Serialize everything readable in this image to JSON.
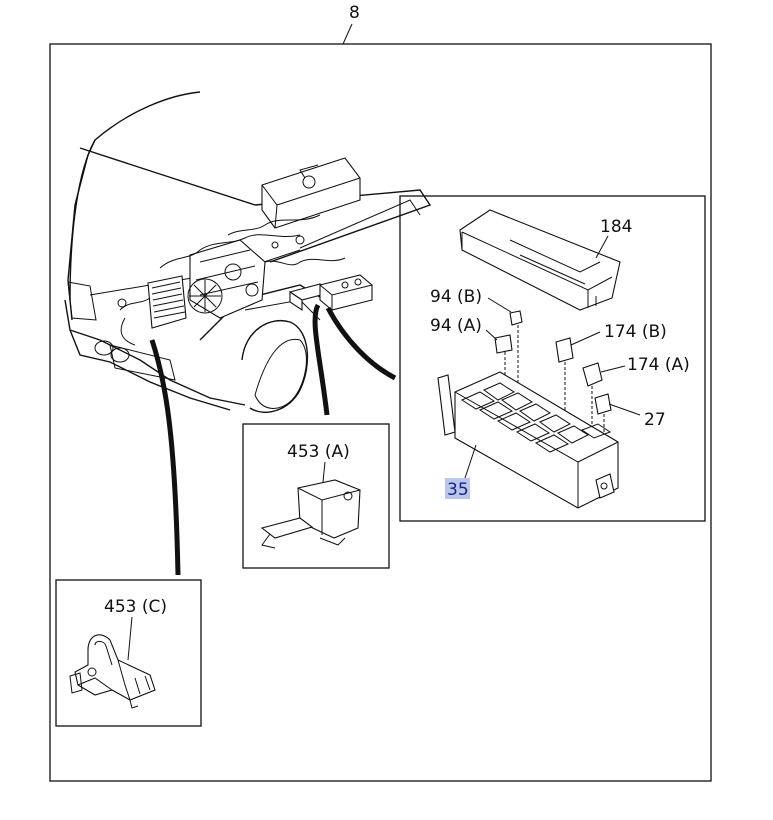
{
  "diagram": {
    "main_ref": "8",
    "callouts": {
      "fuse_cover": "184",
      "fuse_94b": "94 (B)",
      "fuse_94a": "94 (A)",
      "relay_174b": "174 (B)",
      "relay_174a": "174 (A)",
      "relay_27": "27",
      "fuse_box": "35",
      "bracket_a": "453 (A)",
      "bracket_c": "453 (C)"
    },
    "selected_callout": "35",
    "highlight_color": "#b9c6ee"
  }
}
